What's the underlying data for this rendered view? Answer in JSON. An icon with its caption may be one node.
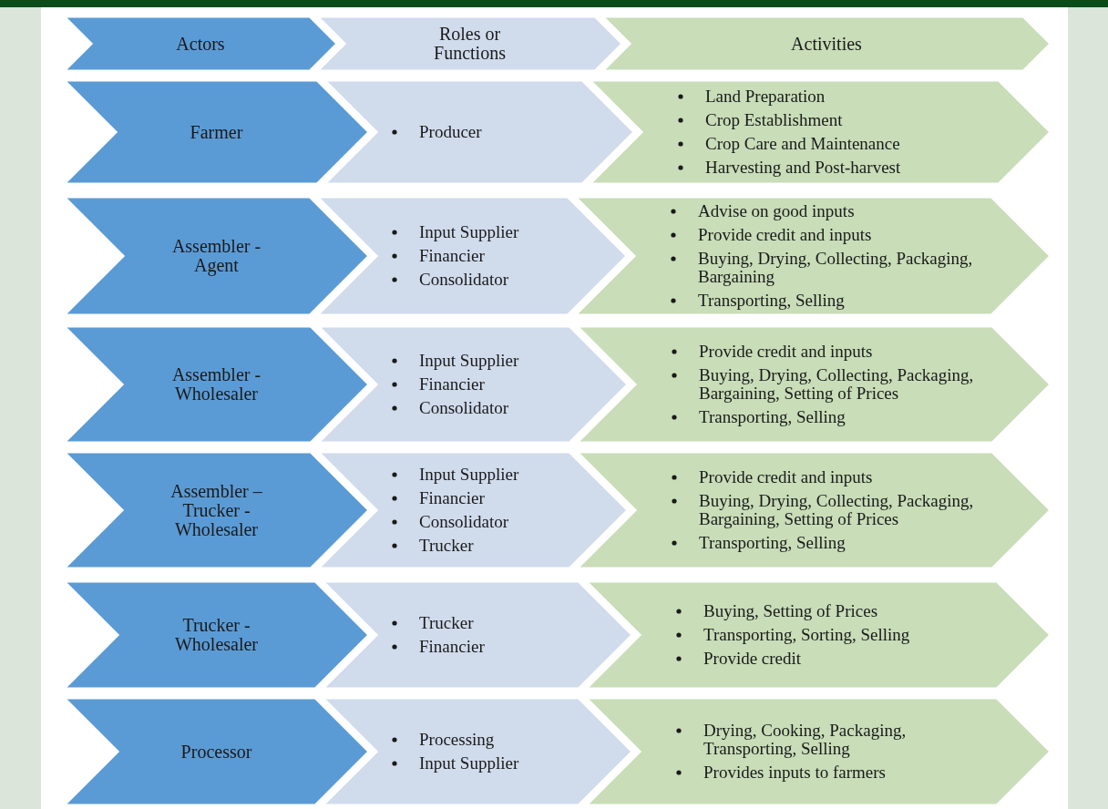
{
  "diagram": {
    "nodes": [
      {
        "text": [
          "Actors"
        ]
      },
      {
        "text": [
          "Roles or Functions"
        ]
      },
      {
        "text": [
          "Activities"
        ]
      },
      {
        "text": [
          "Farmer"
        ]
      },
      {
        "text": [
          "Producer"
        ]
      },
      {
        "text": [
          "Land Preparation",
          "Crop Establishment",
          "Crop Care and Maintenance",
          "Harvesting and Post-harvest"
        ]
      },
      {
        "text": [
          "Assembler - Agent"
        ]
      },
      {
        "text": [
          "Input Supplier",
          "Financier",
          "Consolidator"
        ]
      },
      {
        "text": [
          "Advise on good inputs",
          "Provide credit and inputs",
          "Buying, Drying, Collecting, Packaging, Bargaining",
          "Transporting, Selling"
        ]
      },
      {
        "text": [
          "Assembler - Wholesaler"
        ]
      },
      {
        "text": [
          "Input Supplier",
          "Financier",
          "Consolidator"
        ]
      },
      {
        "text": [
          "Provide credit and inputs",
          "Buying, Drying, Collecting, Packaging, Bargaining, Setting of Prices",
          "Transporting, Selling"
        ]
      },
      {
        "text": [
          "Assembler – Trucker - Wholesaler"
        ]
      },
      {
        "text": [
          "Input Supplier",
          "Financier",
          "Consolidator",
          "Trucker"
        ]
      },
      {
        "text": [
          "Provide credit and inputs",
          "Buying, Drying, Collecting, Packaging, Bargaining, Setting of Prices",
          "Transporting, Selling"
        ]
      },
      {
        "text": [
          "Trucker - Wholesaler"
        ]
      },
      {
        "text": [
          "Trucker",
          "Financier"
        ]
      },
      {
        "text": [
          "Buying, Setting of Prices",
          "Transporting, Sorting, Selling",
          "Provide credit"
        ]
      },
      {
        "text": [
          "Processor"
        ]
      },
      {
        "text": [
          "Processing",
          "Input Supplier"
        ]
      },
      {
        "text": [
          "Drying, Cooking, Packaging, Transporting, Selling",
          "Provides inputs to farmers"
        ]
      }
    ]
  }
}
